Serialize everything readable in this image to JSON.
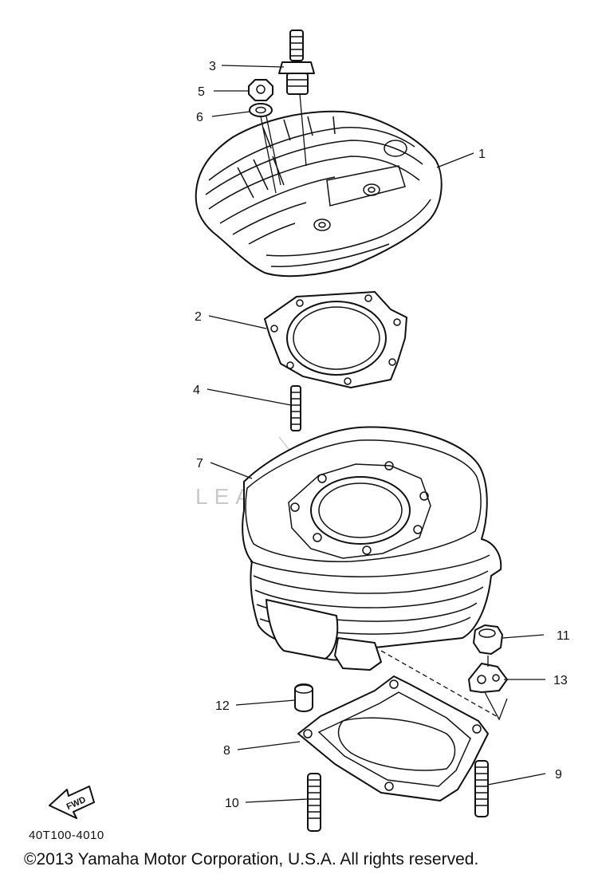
{
  "callouts": [
    {
      "label": "1"
    },
    {
      "label": "2"
    },
    {
      "label": "3"
    },
    {
      "label": "4"
    },
    {
      "label": "5"
    },
    {
      "label": "6"
    },
    {
      "label": "7"
    },
    {
      "label": "8"
    },
    {
      "label": "9"
    },
    {
      "label": "10"
    },
    {
      "label": "11"
    },
    {
      "label": "12"
    },
    {
      "label": "13"
    }
  ],
  "reference_code": "40T100-4010",
  "fwd_label": "FWD",
  "watermark": "LEADVENTURE",
  "copyright": "©2013 Yamaha Motor Corporation, U.S.A. All rights reserved."
}
